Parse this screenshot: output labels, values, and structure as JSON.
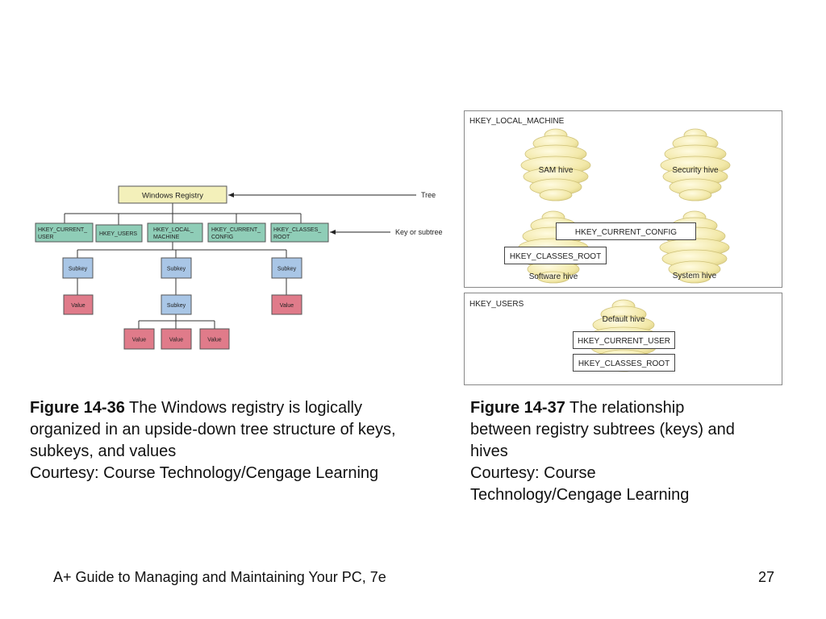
{
  "tree_figure": {
    "root": "Windows Registry",
    "root_annotation": "Tree",
    "key_annotation": "Key or subtree",
    "keys": [
      {
        "line1": "HKEY_CURRENT_",
        "line2": "USER"
      },
      {
        "line1": "HKEY_USERS",
        "line2": ""
      },
      {
        "line1": "HKEY_LOCAL_",
        "line2": "MACHINE"
      },
      {
        "line1": "HKEY_CURRENT_",
        "line2": "CONFIG"
      },
      {
        "line1": "HKEY_CLASSES_",
        "line2": "ROOT"
      }
    ],
    "subkey_label": "Subkey",
    "value_label": "Value"
  },
  "hive_figure": {
    "top_panel_label": "HKEY_LOCAL_MACHINE",
    "bottom_panel_label": "HKEY_USERS",
    "hives": {
      "sam": "SAM hive",
      "security": "Security hive",
      "software": "Software hive",
      "system": "System hive",
      "default": "Default hive"
    },
    "boxes": {
      "current_config": "HKEY_CURRENT_CONFIG",
      "classes_root_top": "HKEY_CLASSES_ROOT",
      "current_user": "HKEY_CURRENT_USER",
      "classes_root_bottom": "HKEY_CLASSES_ROOT"
    }
  },
  "captions": {
    "left": {
      "label": "Figure 14-36",
      "text": " The Windows registry is logically organized in an upside-down tree structure of keys, subkeys, and values",
      "credit": "Courtesy: Course Technology/Cengage Learning"
    },
    "right": {
      "label": "Figure 14-37",
      "text": " The relationship between registry subtrees (keys) and hives",
      "credit": "Courtesy: Course Technology/Cengage Learning"
    }
  },
  "footer": {
    "book_title": "A+ Guide to Managing and Maintaining Your PC, 7e",
    "page_number": "27"
  }
}
